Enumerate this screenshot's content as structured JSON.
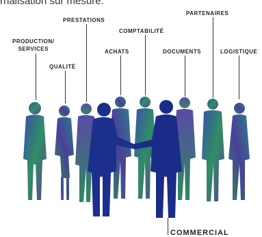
{
  "header": {
    "text": "rnalisation sur mesure."
  },
  "labels": {
    "production": "Production/",
    "services": "Services",
    "qualite": "Qualité",
    "prestations": "Prestations",
    "comptabilite": "Comptabilité",
    "achats": "Achats",
    "documents": "Documents",
    "partenaires": "Partenaires",
    "logistique": "logistique",
    "commercial": "Commercial"
  },
  "colors": {
    "handshake_blue": "#1c2f8c",
    "crowd_blue": "#2a3d9a",
    "crowd_green": "#2e8a5a",
    "crowd_purple": "#6a4fa5"
  }
}
